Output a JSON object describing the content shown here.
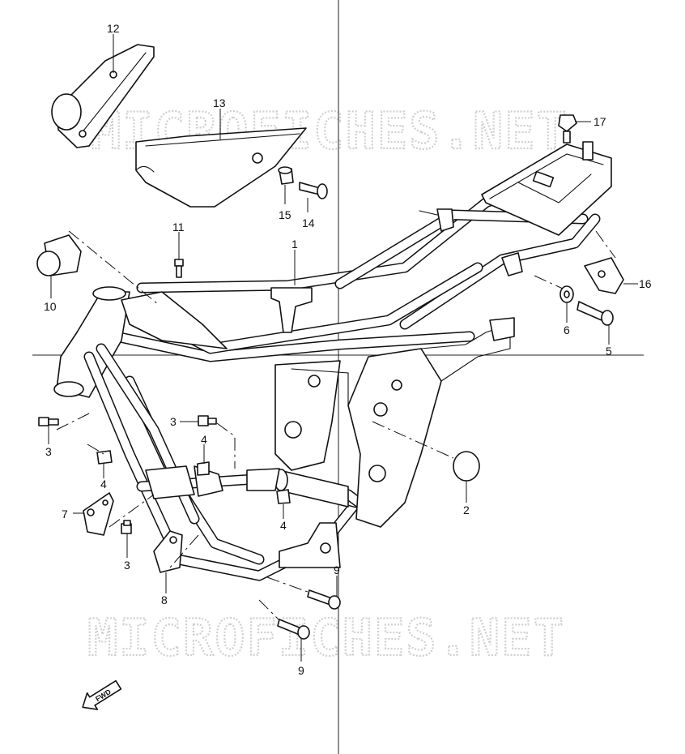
{
  "watermark": {
    "text": "MICROFICHES.NET"
  },
  "direction_badge": {
    "text": "FWD"
  },
  "callouts": [
    {
      "id": "c12",
      "label": "12"
    },
    {
      "id": "c13",
      "label": "13"
    },
    {
      "id": "c17",
      "label": "17"
    },
    {
      "id": "c15",
      "label": "15"
    },
    {
      "id": "c14",
      "label": "14"
    },
    {
      "id": "c11",
      "label": "11"
    },
    {
      "id": "c1",
      "label": "1"
    },
    {
      "id": "c10",
      "label": "10"
    },
    {
      "id": "c16",
      "label": "16"
    },
    {
      "id": "c6",
      "label": "6"
    },
    {
      "id": "c5",
      "label": "5"
    },
    {
      "id": "c3a",
      "label": "3"
    },
    {
      "id": "c3b",
      "label": "3"
    },
    {
      "id": "c4a",
      "label": "4"
    },
    {
      "id": "c4b",
      "label": "4"
    },
    {
      "id": "c4c",
      "label": "4"
    },
    {
      "id": "c7",
      "label": "7"
    },
    {
      "id": "c3c",
      "label": "3"
    },
    {
      "id": "c2",
      "label": "2"
    },
    {
      "id": "c8",
      "label": "8"
    },
    {
      "id": "c9a",
      "label": "9"
    },
    {
      "id": "c9b",
      "label": "9"
    }
  ]
}
